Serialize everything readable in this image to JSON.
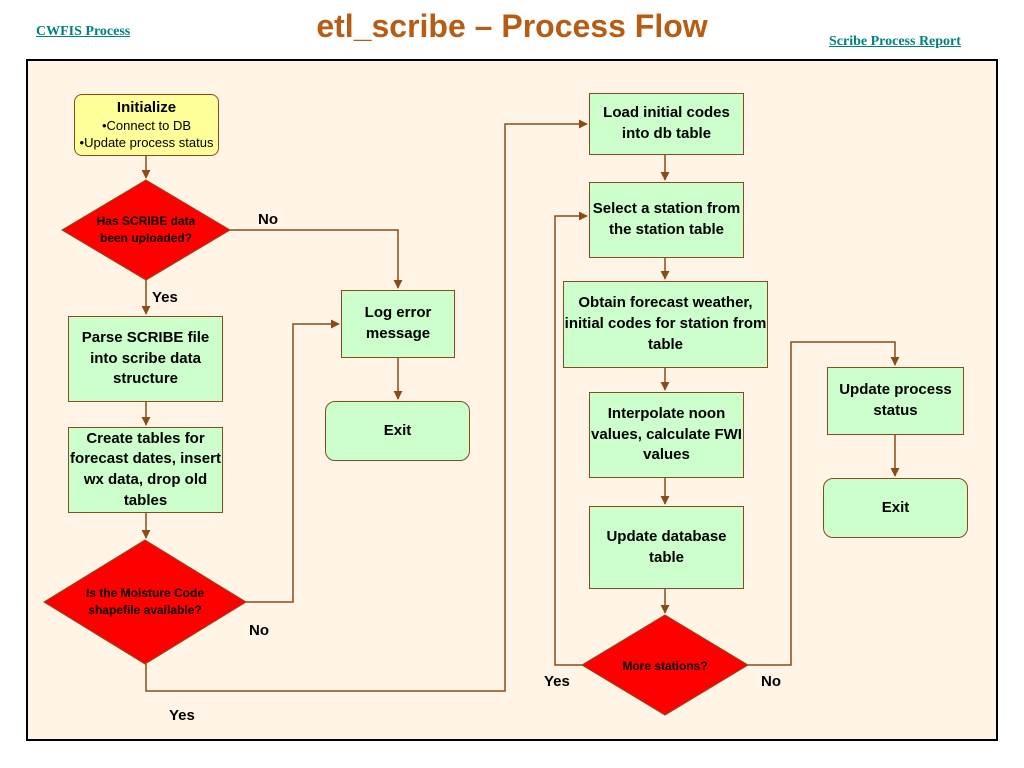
{
  "header": {
    "title": "etl_scribe – Process Flow",
    "left_link": "CWFIS Process",
    "right_link": "Scribe Process Report"
  },
  "colors": {
    "title": "#b75c14",
    "link": "#008080",
    "frame_background": "#fff4e5",
    "process_box": "#ccffcc",
    "start_box": "#ffff99",
    "decision": "#ff0000",
    "connector": "#8a4a1a"
  },
  "nodes": {
    "initialize": {
      "title": "Initialize",
      "bullets": [
        "•Connect to DB",
        "•Update process status"
      ]
    },
    "decision_scribe": "Has SCRIBE data been uploaded?",
    "parse_scribe": "Parse SCRIBE file into scribe data structure",
    "create_tables": "Create tables for forecast dates, insert wx data, drop old tables",
    "decision_moisture": "Is the Moisture Code shapefile available?",
    "log_error": "Log error message",
    "exit_error": "Exit",
    "load_codes": "Load initial codes into db table",
    "select_station": "Select a station from the station table",
    "obtain_forecast": "Obtain forecast weather, initial codes for station from table",
    "interpolate": "Interpolate noon values, calculate FWI values",
    "update_db": "Update database table",
    "decision_more": "More stations?",
    "update_status": "Update process status",
    "exit_final": "Exit"
  },
  "edge_labels": {
    "scribe_no": "No",
    "scribe_yes": "Yes",
    "moisture_no": "No",
    "moisture_yes": "Yes",
    "more_yes": "Yes",
    "more_no": "No"
  }
}
